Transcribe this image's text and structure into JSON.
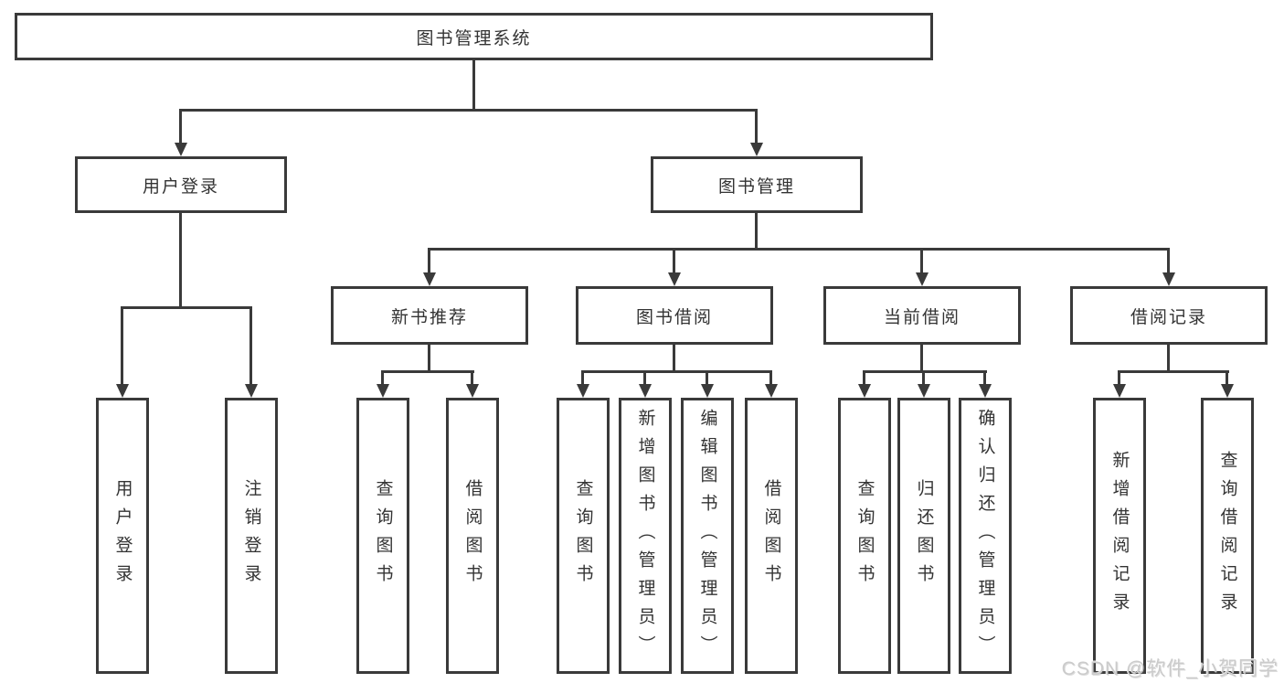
{
  "diagram": {
    "root": "图书管理系统",
    "level2": {
      "user_login": "用户登录",
      "book_management": "图书管理"
    },
    "level3": {
      "new_book_recommend": "新书推荐",
      "book_borrow": "图书借阅",
      "current_borrow": "当前借阅",
      "borrow_records": "借阅记录"
    },
    "leaves": {
      "user_login": [
        "用户登录",
        "注销登录"
      ],
      "new_book_recommend": [
        "查询图书",
        "借阅图书"
      ],
      "book_borrow": [
        "查询图书",
        "新增图书（管理员）",
        "编辑图书（管理员）",
        "借阅图书"
      ],
      "current_borrow": [
        "查询图书",
        "归还图书",
        "确认归还（管理员）"
      ],
      "borrow_records": [
        "新增借阅记录",
        "查询借阅记录"
      ]
    }
  },
  "watermark": "CSDN @软件_小贺同学",
  "colors": {
    "line": "#3a3a3a",
    "text": "#333333",
    "background": "#ffffff",
    "watermark": "#cbcbcb"
  }
}
